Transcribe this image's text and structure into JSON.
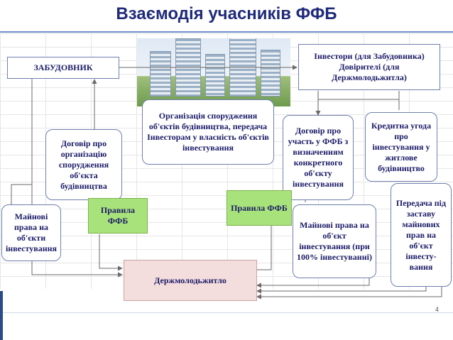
{
  "title": "Взаємодія учасників ФФБ",
  "boxes": {
    "developer": "ЗАБУДОВНИК",
    "investors": "Інвестори (для Забудовника) Довірителі (для Держмолодьжитла)",
    "organization": "Організація спорудження об'єктів будівництва, передача Інвесторам у власність об'єктів інвестування",
    "construction_contract": "Договір про організацію спорудження об'єкта будівництва",
    "participation_contract": "Договір про участь у ФФБ з визначенням конкретного об'єкту інвестування",
    "credit_agreement": "Кредитна угода про інвестування у житлове будівництво",
    "rules_left": "Правила ФФБ",
    "rules_right": "Правила ФФБ",
    "property_rights_left": "Майнові права на об'єкти інвестування",
    "property_rights_right": "Майнові права на об'єкт інвестування (при 100% інвестуванні)",
    "pledge_transfer": "Передача під заставу майнових прав на об'єкт інвесту-вання",
    "dmzh": "Держмолодьжитло"
  },
  "page_number": "4",
  "colors": {
    "title": "#1f2a7a",
    "box_text": "#1a1a66",
    "box_border": "#6f7fb0",
    "rules_fill": "#a8e27a",
    "dmzh_fill": "#f4dddd"
  }
}
